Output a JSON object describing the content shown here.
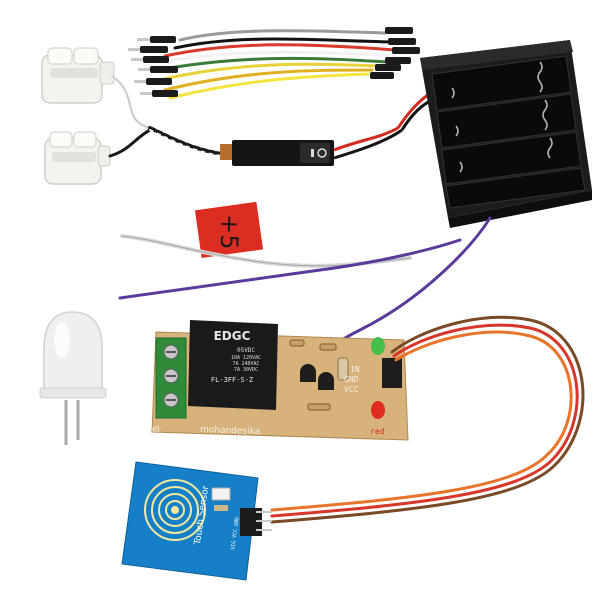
{
  "photo": {
    "tag_label": "+5",
    "relay": {
      "brand": "EDGC",
      "voltage": "05VDC",
      "ratings": [
        "10A 120VAC",
        "7A 240VAC",
        "7A 30VDC"
      ],
      "model": "FL-3FF-S-Z"
    },
    "relay_board": {
      "silkscreen": "mohandesika.",
      "pin_labels": [
        "IN",
        "GND",
        "VCC"
      ],
      "led_label": "red",
      "terminal_label": "NO"
    },
    "touch_module": {
      "label": "Touch Sensor",
      "pins": "SIG VCC GND"
    },
    "colors": {
      "background": "#ffffff",
      "pcb_relay": "#d7b27a",
      "pcb_touch": "#1580c8",
      "relay_body": "#1a1a1a",
      "terminal": "#2f8a3a",
      "battery_holder": "#1c1c1c",
      "tag": "#dc2d22"
    }
  }
}
